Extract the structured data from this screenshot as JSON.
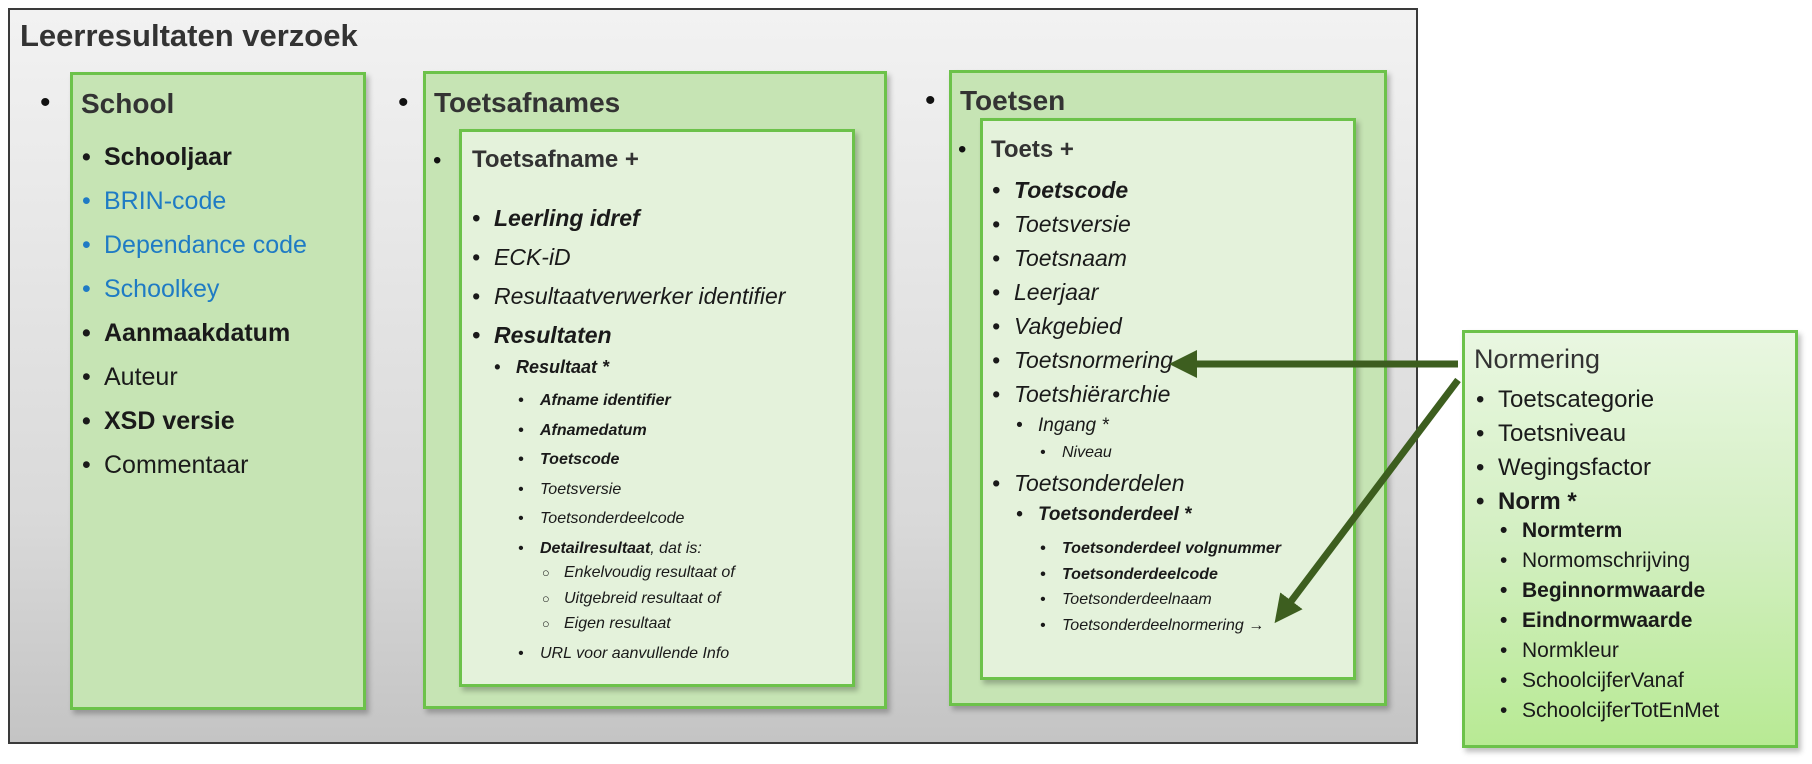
{
  "outer": {
    "title": "Leerresultaten verzoek"
  },
  "school": {
    "title": "School",
    "items": [
      "Schooljaar",
      "BRIN-code",
      "Dependance code",
      "Schoolkey",
      "Aanmaakdatum",
      "Auteur",
      "XSD versie",
      "Commentaar"
    ]
  },
  "toetsafnames": {
    "title": "Toetsafnames",
    "inner_title": "Toetsafname +",
    "items": [
      "Leerling idref",
      "ECK-iD",
      "Resultaatverwerker identifier",
      "Resultaten"
    ],
    "resultaat": "Resultaat *",
    "sub_items": [
      "Afname identifier",
      "Afnamedatum",
      "Toetscode",
      "Toetsversie",
      "Toetsonderdeelcode"
    ],
    "detail_bold": "Detailresultaat",
    "detail_rest": ", dat is:",
    "detail_options": [
      "Enkelvoudig resultaat of",
      "Uitgebreid resultaat of",
      "Eigen resultaat"
    ],
    "url_item": "URL voor aanvullende Info"
  },
  "toetsen": {
    "title": "Toetsen",
    "inner_title": "Toets +",
    "items": [
      "Toetscode",
      "Toetsversie",
      "Toetsnaam",
      "Leerjaar",
      "Vakgebied",
      "Toetsnormering →",
      "Toetshiërarchie"
    ],
    "ingang": "Ingang *",
    "niveau": "Niveau",
    "onderdelen": "Toetsonderdelen",
    "onderdeel": "Toetsonderdeel  *",
    "onderdeel_items": [
      "Toetsonderdeel volgnummer",
      "Toetsonderdeelcode",
      "Toetsonderdeelnaam",
      "Toetsonderdeelnormering →"
    ]
  },
  "normering": {
    "title": "Normering",
    "items": [
      "Toetscategorie",
      "Toetsniveau",
      "Wegingsfactor",
      "Norm *"
    ],
    "norm_items": [
      "Normterm",
      "Normomschrijving",
      "Beginnormwaarde",
      "Eindnormwaarde",
      "Normkleur",
      "SchoolcijferVanaf",
      "SchoolcijferTotEnMet"
    ]
  },
  "colors": {
    "arrow": "#3d5e1f",
    "link_blue": "#1f7bc4",
    "panel_border": "#6cc24a",
    "panel_fill": "#c6e4b4"
  }
}
